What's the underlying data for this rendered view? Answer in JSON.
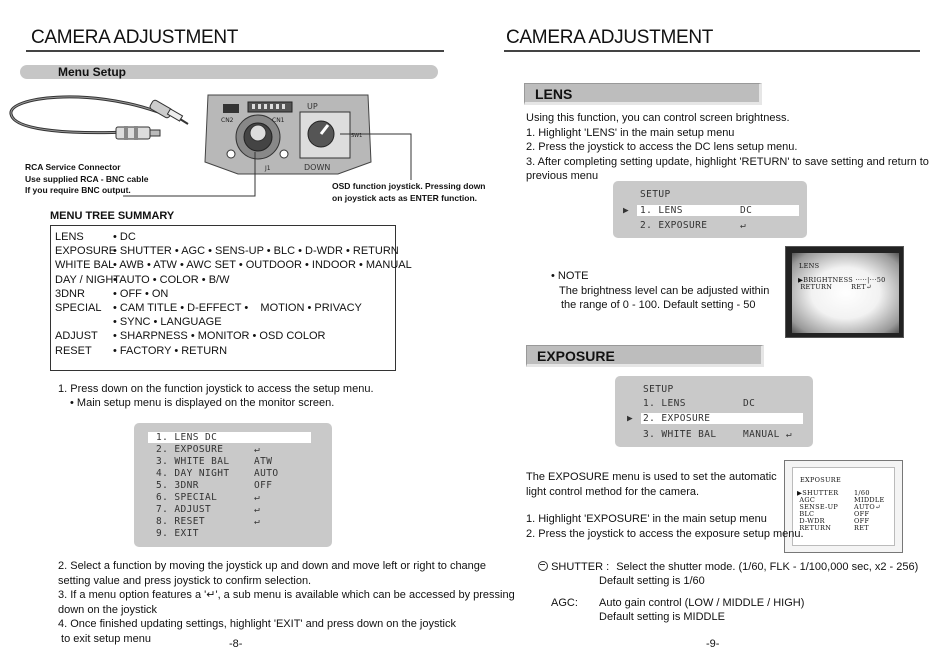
{
  "left": {
    "title": "CAMERA ADJUSTMENT",
    "menu_setup": "Menu Setup",
    "diagram": {
      "up": "UP",
      "down": "DOWN",
      "cn2": "CN2",
      "cn1": "CN1",
      "j1": "J1",
      "sw1": "SW1",
      "rca_caption": [
        "RCA Service Connector",
        "Use supplied RCA - BNC cable",
        "If you require BNC output."
      ],
      "osd_caption": [
        "OSD function joystick. Pressing down",
        "on joystick acts as ENTER function."
      ]
    },
    "tree_heading": "MENU TREE SUMMARY",
    "tree": [
      {
        "label": "LENS",
        "items": "• DC"
      },
      {
        "label": "EXPOSURE",
        "items": "• SHUTTER • AGC • SENS-UP • BLC • D-WDR • RETURN"
      },
      {
        "label": "WHITE BAL",
        "items": "• AWB • ATW • AWC SET • OUTDOOR • INDOOR • MANUAL"
      },
      {
        "label": "DAY / NIGHT",
        "items": "• AUTO • COLOR • B/W"
      },
      {
        "label": "3DNR",
        "items": "• OFF • ON"
      },
      {
        "label": "SPECIAL",
        "items": "• CAM TITLE • D-EFFECT •    MOTION • PRIVACY"
      },
      {
        "label": "",
        "items": "• SYNC • LANGUAGE"
      },
      {
        "label": "ADJUST",
        "items": "• SHARPNESS • MONITOR • OSD COLOR"
      },
      {
        "label": "RESET",
        "items": "• FACTORY • RETURN"
      }
    ],
    "step1": "1. Press down on the function joystick to access the setup menu.",
    "step1b": "• Main setup menu is displayed on the monitor screen.",
    "main_menu": [
      {
        "name": "1.  LENS DC",
        "value": ""
      },
      {
        "name": "2.  EXPOSURE",
        "value": "↵"
      },
      {
        "name": "3.  WHITE BAL",
        "value": "ATW"
      },
      {
        "name": "4.  DAY NIGHT",
        "value": "AUTO"
      },
      {
        "name": "5.  3DNR",
        "value": "OFF"
      },
      {
        "name": "6.  SPECIAL",
        "value": "↵"
      },
      {
        "name": "7.  ADJUST",
        "value": "↵"
      },
      {
        "name": "8.  RESET",
        "value": "↵"
      },
      {
        "name": "9.  EXIT",
        "value": ""
      }
    ],
    "steps": [
      "2. Select a function by moving the joystick up and down and move left or right to change",
      "setting value and press joystick to confirm selection.",
      "3. If a menu option features a '↵', a sub menu is available which can be accessed by pressing",
      "down on the joystick",
      "4. Once finished updating settings, highlight 'EXIT' and press down on the joystick",
      " to exit setup menu"
    ],
    "page_num": "-8-"
  },
  "right": {
    "title": "CAMERA ADJUSTMENT",
    "lens": {
      "heading": "LENS",
      "lines": [
        "Using this function, you can control screen brightness.",
        "1. Highlight 'LENS' in the main setup menu",
        "2. Press the joystick to access the DC lens setup menu.",
        "3. After completing setting update, highlight 'RETURN' to save setting and return to previous menu"
      ],
      "menu_title": "SETUP",
      "menu": [
        {
          "name": "1.  LENS",
          "value": "DC"
        },
        {
          "name": "2.  EXPOSURE",
          "value": "↵"
        }
      ],
      "note_title": "• NOTE",
      "note_lines": [
        "The brightness level can be adjusted within",
        "the range of 0 - 100. Default setting - 50"
      ],
      "osd": {
        "title": "LENS",
        "row1": "▶BRIGHTNESS ·····|···50",
        "row2": " RETURN        RET↵"
      }
    },
    "exposure": {
      "heading": "EXPOSURE",
      "menu_title": "SETUP",
      "menu": [
        {
          "name": "1.  LENS",
          "value": "DC"
        },
        {
          "name": "2.  EXPOSURE",
          "value": ""
        },
        {
          "name": "3.  WHITE BAL",
          "value": "MANUAL ↵"
        }
      ],
      "desc": [
        "The EXPOSURE menu is used to set the automatic",
        "light control method for the camera."
      ],
      "steps": [
        "1. Highlight 'EXPOSURE' in the main setup menu",
        "2. Press the joystick to access the exposure setup menu."
      ],
      "osd": {
        "title": "EXPOSURE",
        "rows": [
          {
            "k": "▶SHUTTER",
            "v": "1/60"
          },
          {
            "k": " AGC",
            "v": "MIDDLE"
          },
          {
            "k": " SENSE-UP",
            "v": "AUTO↵"
          },
          {
            "k": " BLC",
            "v": "OFF"
          },
          {
            "k": " D-WDR",
            "v": "OFF"
          },
          {
            "k": " RETURN",
            "v": "RET"
          }
        ]
      },
      "shutter_label": "SHUTTER :",
      "shutter_text": "Select the shutter mode. (1/60, FLK - 1/100,000 sec, x2 - 256)",
      "shutter_default": "Default setting is 1/60",
      "agc_label": "AGC:",
      "agc_text": "Auto gain control (LOW / MIDDLE / HIGH)",
      "agc_default": "Default setting is MIDDLE"
    },
    "page_num": "-9-"
  }
}
